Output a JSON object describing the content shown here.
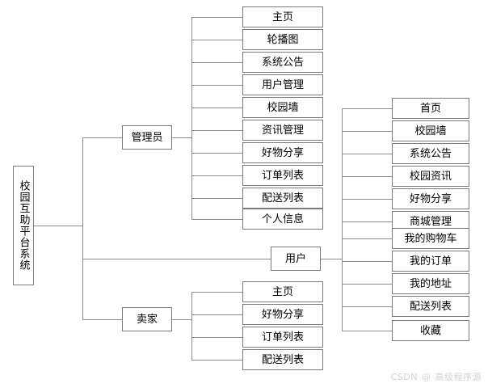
{
  "diagram": {
    "type": "tree-org-chart",
    "background_color": "#ffffff",
    "box_border_color": "#7a7a7a",
    "line_color": "#8a8a8a",
    "text_color": "#000000",
    "root": {
      "label": "校园互助平台系统"
    },
    "roles": [
      {
        "id": "admin",
        "label": "管理员"
      },
      {
        "id": "user",
        "label": "用户"
      },
      {
        "id": "seller",
        "label": "卖家"
      }
    ],
    "admin_items": [
      {
        "label": "主页"
      },
      {
        "label": "轮播图"
      },
      {
        "label": "系统公告"
      },
      {
        "label": "用户管理"
      },
      {
        "label": "校园墙"
      },
      {
        "label": "资讯管理"
      },
      {
        "label": "好物分享"
      },
      {
        "label": "订单列表"
      },
      {
        "label": "配送列表"
      },
      {
        "label": "个人信息"
      }
    ],
    "user_items": [
      {
        "label": "首页"
      },
      {
        "label": "校园墙"
      },
      {
        "label": "系统公告"
      },
      {
        "label": "校园资讯"
      },
      {
        "label": "好物分享"
      },
      {
        "label": "商城管理"
      },
      {
        "label": "我的购物车"
      },
      {
        "label": "我的订单"
      },
      {
        "label": "我的地址"
      },
      {
        "label": "配送列表"
      },
      {
        "label": "收藏"
      }
    ],
    "seller_items": [
      {
        "label": "主页"
      },
      {
        "label": "好物分享"
      },
      {
        "label": "订单列表"
      },
      {
        "label": "配送列表"
      }
    ]
  },
  "watermark": {
    "brand": "CSDN",
    "at": "@",
    "author": "高级程序源",
    "color": "#d2d2d2"
  }
}
